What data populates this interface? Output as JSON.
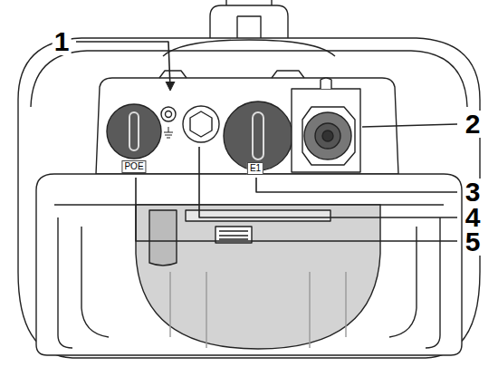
{
  "diagram": {
    "labels": [
      "1",
      "2",
      "3",
      "4",
      "5",
      "POE",
      "E1"
    ]
  }
}
